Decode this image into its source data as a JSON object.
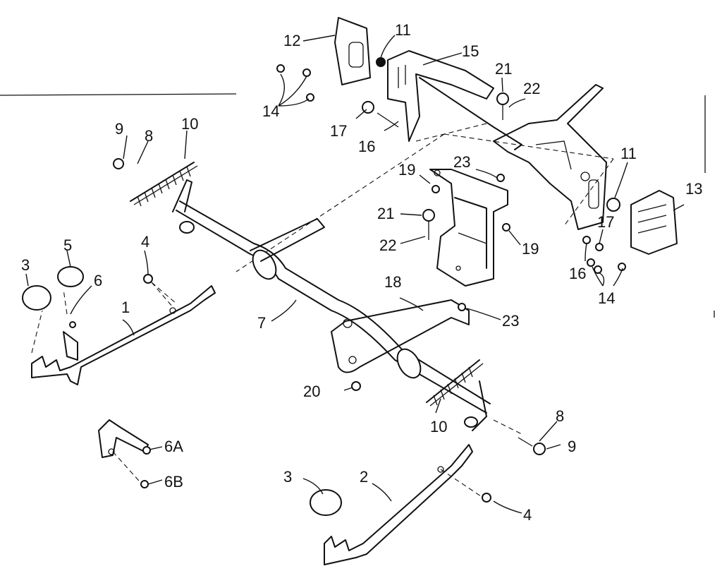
{
  "diagram": {
    "callouts": [
      "1",
      "2",
      "3",
      "3",
      "4",
      "4",
      "5",
      "6",
      "6A",
      "6B",
      "7",
      "8",
      "8",
      "9",
      "9",
      "10",
      "10",
      "11",
      "11",
      "12",
      "13",
      "14",
      "14",
      "15",
      "16",
      "16",
      "17",
      "17",
      "18",
      "19",
      "19",
      "20",
      "21",
      "21",
      "22",
      "22",
      "23",
      "23"
    ]
  }
}
